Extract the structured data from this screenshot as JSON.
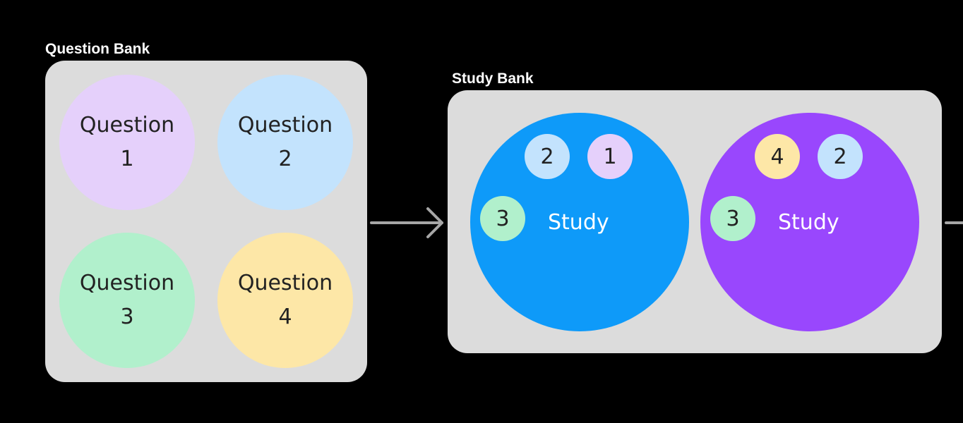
{
  "question_bank": {
    "title": "Question Bank",
    "questions": [
      {
        "label": "Question",
        "number": "1",
        "color": "#e5d0fb"
      },
      {
        "label": "Question",
        "number": "2",
        "color": "#c3e3fd"
      },
      {
        "label": "Question",
        "number": "3",
        "color": "#b1f0cc"
      },
      {
        "label": "Question",
        "number": "4",
        "color": "#fde7a7"
      }
    ]
  },
  "study_bank": {
    "title": "Study Bank",
    "studies": [
      {
        "label": "Study",
        "color": "#0e9af9",
        "chips": [
          {
            "number": "2",
            "color": "#c3e3fd"
          },
          {
            "number": "1",
            "color": "#e5d0fb"
          },
          {
            "number": "3",
            "color": "#b1f0cc"
          }
        ]
      },
      {
        "label": "Study",
        "color": "#9947fd",
        "chips": [
          {
            "number": "4",
            "color": "#fde7a7"
          },
          {
            "number": "2",
            "color": "#c3e3fd"
          },
          {
            "number": "3",
            "color": "#b1f0cc"
          }
        ]
      }
    ]
  },
  "colors": {
    "panel": "#dcdcdc",
    "arrow": "#a6a6a6",
    "background": "#000000"
  }
}
